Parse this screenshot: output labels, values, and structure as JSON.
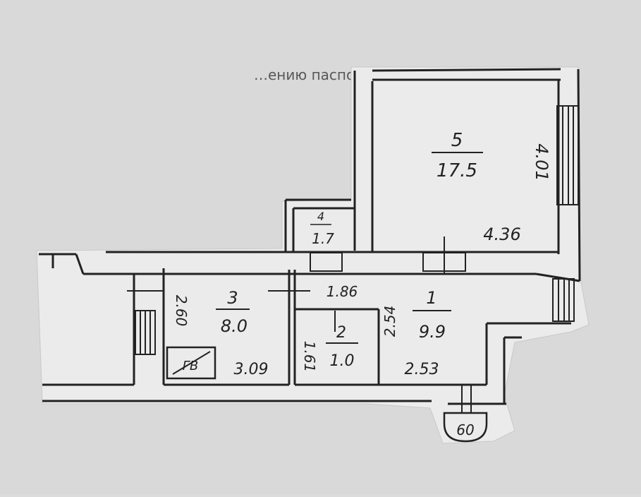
{
  "header_text": "…ению паспорта квартир…",
  "rooms": [
    {
      "id": "5",
      "number": "5",
      "area": "17.5",
      "dims": [
        "4.01",
        "4.36"
      ]
    },
    {
      "id": "4",
      "number": "4",
      "area": "1.7"
    },
    {
      "id": "3",
      "number": "3",
      "area": "8.0",
      "dims": [
        "2.60",
        "3.09"
      ]
    },
    {
      "id": "2",
      "number": "2",
      "area": "1.0",
      "dims": [
        "1.86",
        "1.61"
      ]
    },
    {
      "id": "1",
      "number": "1",
      "area": "9.9",
      "dims": [
        "2.54",
        "2.53"
      ]
    }
  ],
  "equipment_label": "ГВ",
  "riser_label": "60",
  "colors": {
    "paper": "#dcdcdc",
    "plan_sheet": "#ebebeb",
    "ink": "#222222"
  }
}
